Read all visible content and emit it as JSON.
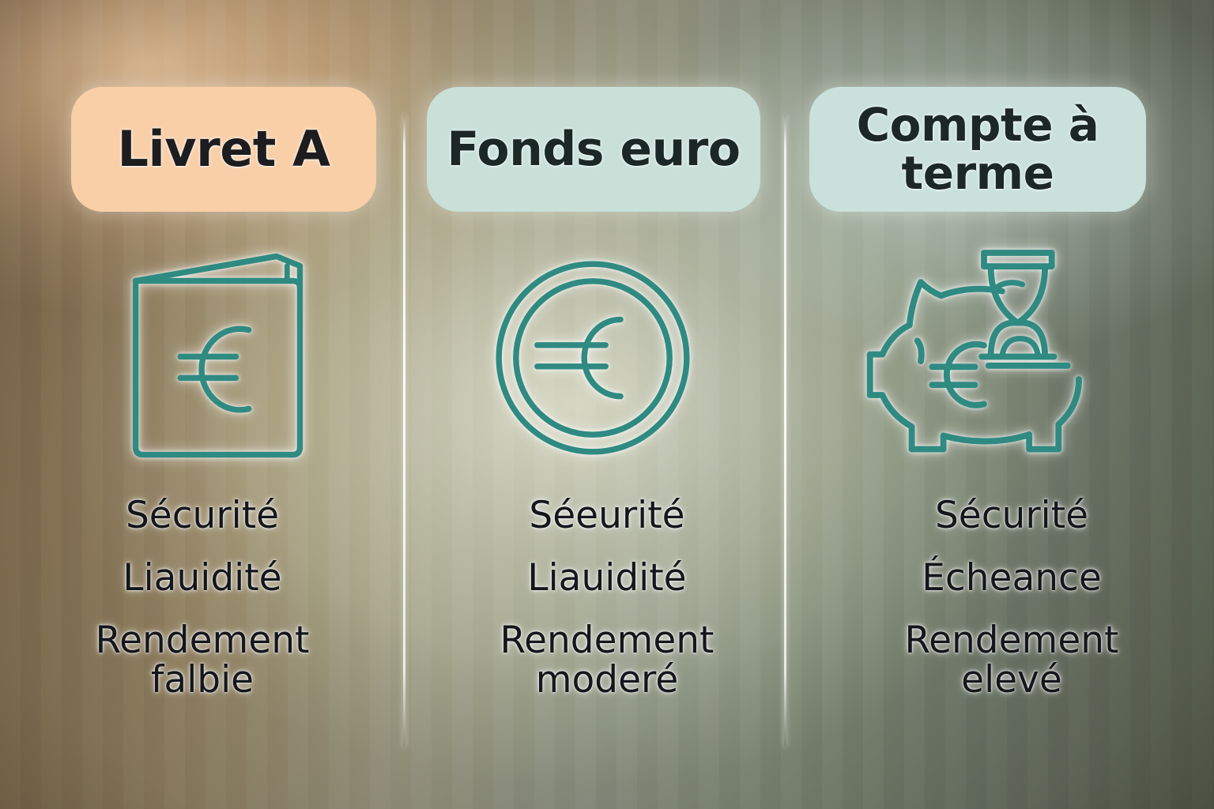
{
  "page": {
    "language": "fr",
    "kind": "savings-products-comparison"
  },
  "theme": {
    "pill_peach": "#F9CFA8",
    "pill_mint": "#C9E0D8",
    "icon_teal": "#2F8A82",
    "title_text": "#1D1D1F",
    "feature_text": "#14161C",
    "divider_white": "#FFFFFF"
  },
  "columns": [
    {
      "id": "livret-a",
      "title": "Livret A",
      "icon": "passbook-euro-icon",
      "pill_color": "#F9CFA8",
      "features": [
        "Sécurité",
        "Liauidité",
        "Rendement\nfalbie"
      ]
    },
    {
      "id": "fonds-euro",
      "title": "Fonds euro",
      "icon": "euro-coin-icon",
      "pill_color": "#C9E0D8",
      "features": [
        "Séeurité",
        "Liauidité",
        "Rendement\nmoderé"
      ]
    },
    {
      "id": "compte-a-terme",
      "title": "Compte\nà terme",
      "icon": "piggy-bank-hourglass-icon",
      "pill_color": "#C9E1DA",
      "features": [
        "Sécurité",
        "Écheance",
        "Rendement\nelevé"
      ]
    }
  ]
}
